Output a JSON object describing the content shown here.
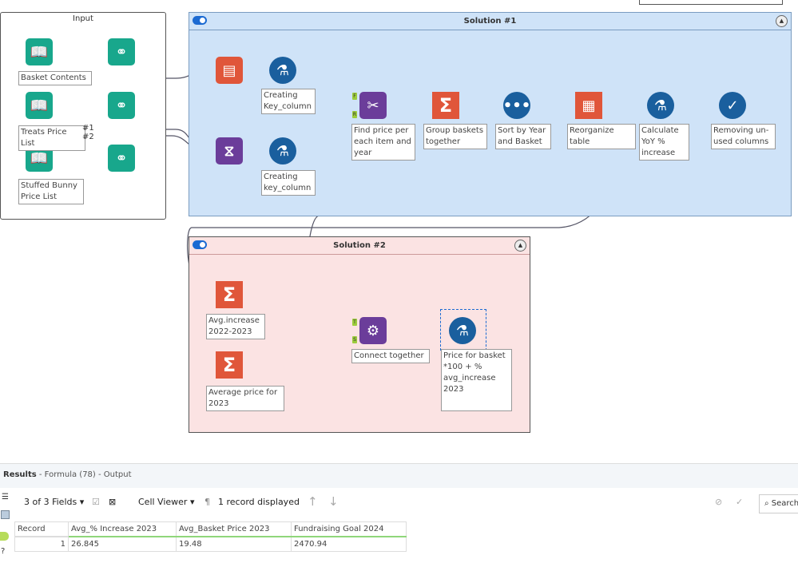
{
  "input_container": {
    "title": "Input",
    "tools": [
      {
        "label": "Basket Contents"
      },
      {
        "label": "Treats Price List",
        "anchors": [
          "#1",
          "#2"
        ]
      },
      {
        "label": "Stuffed Bunny Price List"
      }
    ]
  },
  "solution1": {
    "title": "Solution #1",
    "labels": {
      "formula1": "Creating Key_column",
      "formula2": "Creating key_column",
      "find_replace": "Find price per each item and year",
      "summarize": "Group baskets together",
      "sort": "Sort by Year and Basket",
      "crosstab": "Reorganize table",
      "formula3": "Calculate YoY % increase",
      "select": "Removing un-used columns"
    },
    "anchors": {
      "f": "F",
      "r": "R"
    }
  },
  "solution2": {
    "title": "Solution #2",
    "labels": {
      "sum1": "Avg.increase 2022-2023",
      "sum2": "Average price for 2023",
      "join": "Connect together",
      "formula": "Price for basket *100 + % avg_increase 2023"
    },
    "anchors": {
      "t": "T",
      "s": "S"
    }
  },
  "results": {
    "title": "Results",
    "subtitle": " - Formula (78) - Output",
    "fields": "3 of 3 Fields",
    "viewer": "Cell Viewer",
    "records": "1 record displayed",
    "search": "Search",
    "columns": [
      "Record",
      "Avg_% Increase 2023",
      "Avg_Basket Price 2023",
      "Fundraising Goal 2024"
    ],
    "rows": [
      [
        "1",
        "26.845",
        "19.48",
        "2470.94"
      ]
    ]
  },
  "colors": {
    "input": "#18a78c",
    "formula": "#1a5f9e",
    "parse": "#e0563a",
    "join": "#6b3d9a"
  }
}
